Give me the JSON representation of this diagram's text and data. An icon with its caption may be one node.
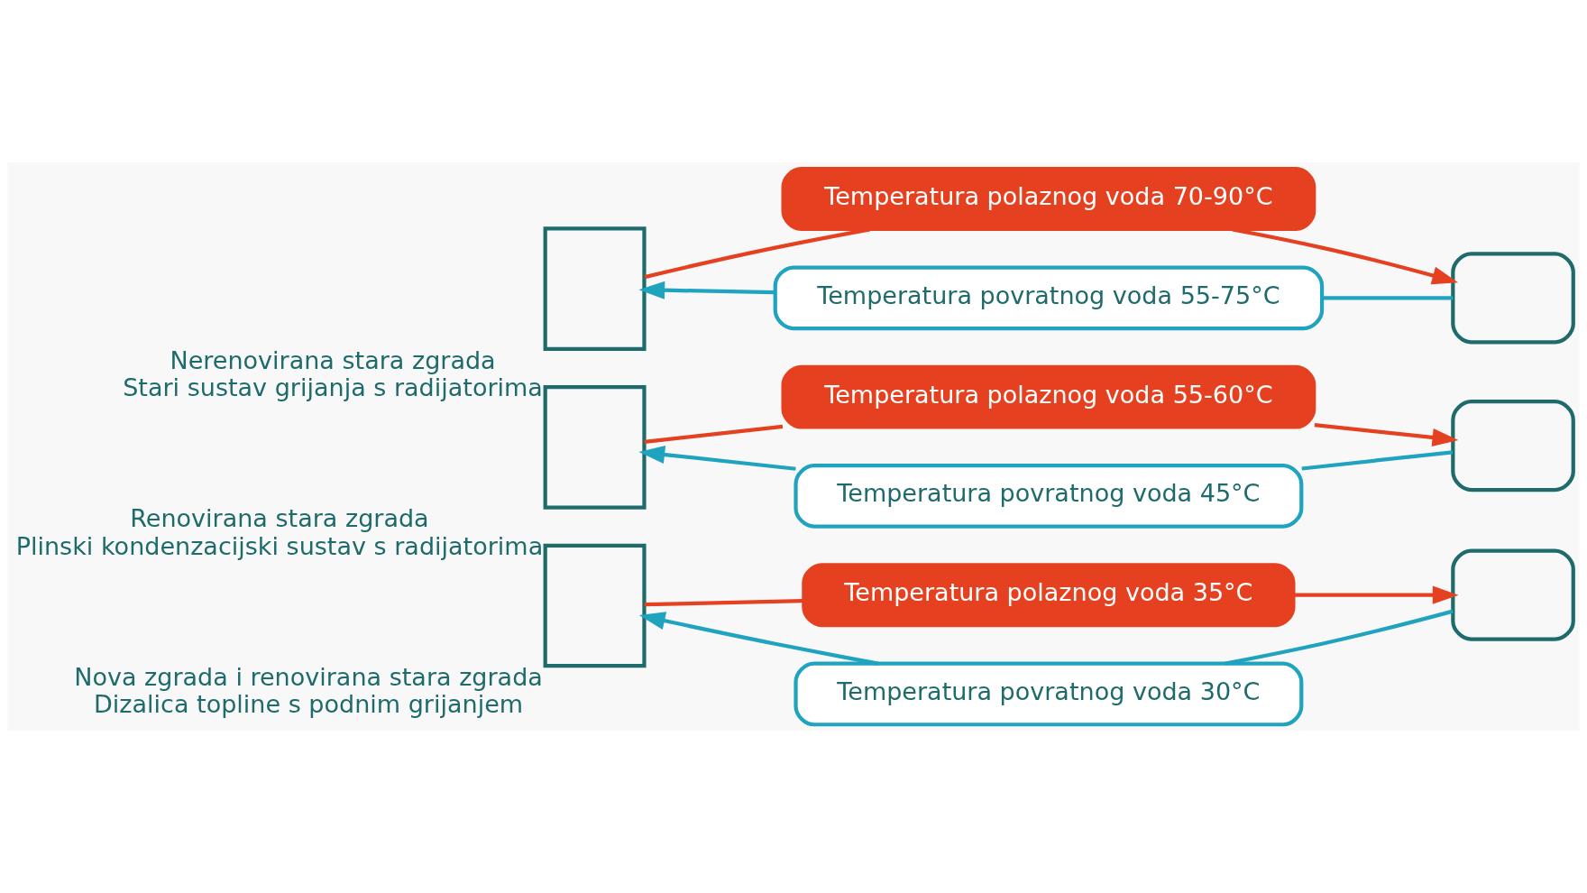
{
  "diagram": {
    "nodes": [
      {
        "text": [],
        "shape": "box",
        "beside": [
          "Nerenovirana stara zgrada",
          "Stari sustav grijanja s radijatorima"
        ]
      },
      {
        "text": [
          "Temperatura polaznog voda 70-90°C"
        ]
      },
      {
        "text": [],
        "shape": "box"
      },
      {
        "text": [
          "Temperatura povratnog voda 55-75°C"
        ]
      },
      {
        "text": [],
        "shape": "box",
        "beside": [
          "Renovirana stara zgrada",
          "Plinski kondenzacijski sustav s radijatorima"
        ]
      },
      {
        "text": [
          "Temperatura polaznog voda 55-60°C"
        ]
      },
      {
        "text": [],
        "shape": "box"
      },
      {
        "text": [
          "Temperatura povratnog voda 45°C"
        ]
      },
      {
        "text": [],
        "shape": "box",
        "beside": [
          "Nova zgrada i renovirana stara zgrada",
          "Dizalica topline s podnim grijanjem"
        ]
      },
      {
        "text": [
          "Temperatura polaznog voda 35°C"
        ]
      },
      {
        "text": [],
        "shape": "box"
      },
      {
        "text": [
          "Temperatura povratnog voda 30°C"
        ]
      }
    ],
    "edges": [
      {
        "from": 0,
        "to": 1,
        "arrow": "none",
        "color": "#e5401f"
      },
      {
        "from": 1,
        "to": 2,
        "arrow": "to",
        "color": "#e5401f"
      },
      {
        "from": 2,
        "to": 3,
        "arrow": "none",
        "color": "#1fa3bf"
      },
      {
        "from": 3,
        "to": 0,
        "arrow": "to",
        "color": "#1fa3bf"
      },
      {
        "from": 4,
        "to": 5,
        "arrow": "none",
        "color": "#e5401f"
      },
      {
        "from": 5,
        "to": 6,
        "arrow": "to",
        "color": "#e5401f"
      },
      {
        "from": 6,
        "to": 7,
        "arrow": "none",
        "color": "#1fa3bf"
      },
      {
        "from": 7,
        "to": 4,
        "arrow": "to",
        "color": "#1fa3bf"
      },
      {
        "from": 8,
        "to": 9,
        "arrow": "none",
        "color": "#e5401f"
      },
      {
        "from": 9,
        "to": 10,
        "arrow": "to",
        "color": "#e5401f"
      },
      {
        "from": 10,
        "to": 11,
        "arrow": "none",
        "color": "#1fa3bf"
      },
      {
        "from": 11,
        "to": 8,
        "arrow": "to",
        "color": "#1fa3bf"
      }
    ]
  }
}
